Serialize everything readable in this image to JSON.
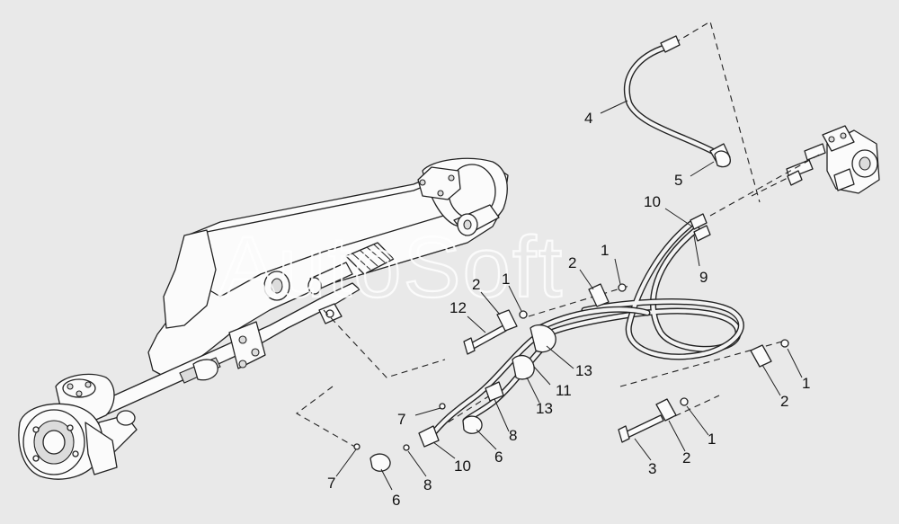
{
  "watermark": "AutoSoft",
  "colors": {
    "background": "#e9e9e9",
    "line": "#222222",
    "watermark": "#ffffff"
  },
  "callouts": [
    {
      "id": "c4",
      "text": "4"
    },
    {
      "id": "c5",
      "text": "5"
    },
    {
      "id": "c10a",
      "text": "10"
    },
    {
      "id": "c9",
      "text": "9"
    },
    {
      "id": "c1a",
      "text": "1"
    },
    {
      "id": "c2a",
      "text": "2"
    },
    {
      "id": "c2b",
      "text": "2"
    },
    {
      "id": "c1b",
      "text": "1"
    },
    {
      "id": "c12",
      "text": "12"
    },
    {
      "id": "c13a",
      "text": "13"
    },
    {
      "id": "c11",
      "text": "11"
    },
    {
      "id": "c13b",
      "text": "13"
    },
    {
      "id": "c1c",
      "text": "1"
    },
    {
      "id": "c2c",
      "text": "2"
    },
    {
      "id": "c7a",
      "text": "7"
    },
    {
      "id": "c8a",
      "text": "8"
    },
    {
      "id": "c6a",
      "text": "6"
    },
    {
      "id": "c10b",
      "text": "10"
    },
    {
      "id": "c1d",
      "text": "1"
    },
    {
      "id": "c2d",
      "text": "2"
    },
    {
      "id": "c3",
      "text": "3"
    },
    {
      "id": "c7b",
      "text": "7"
    },
    {
      "id": "c6b",
      "text": "6"
    },
    {
      "id": "c8b",
      "text": "8"
    }
  ]
}
